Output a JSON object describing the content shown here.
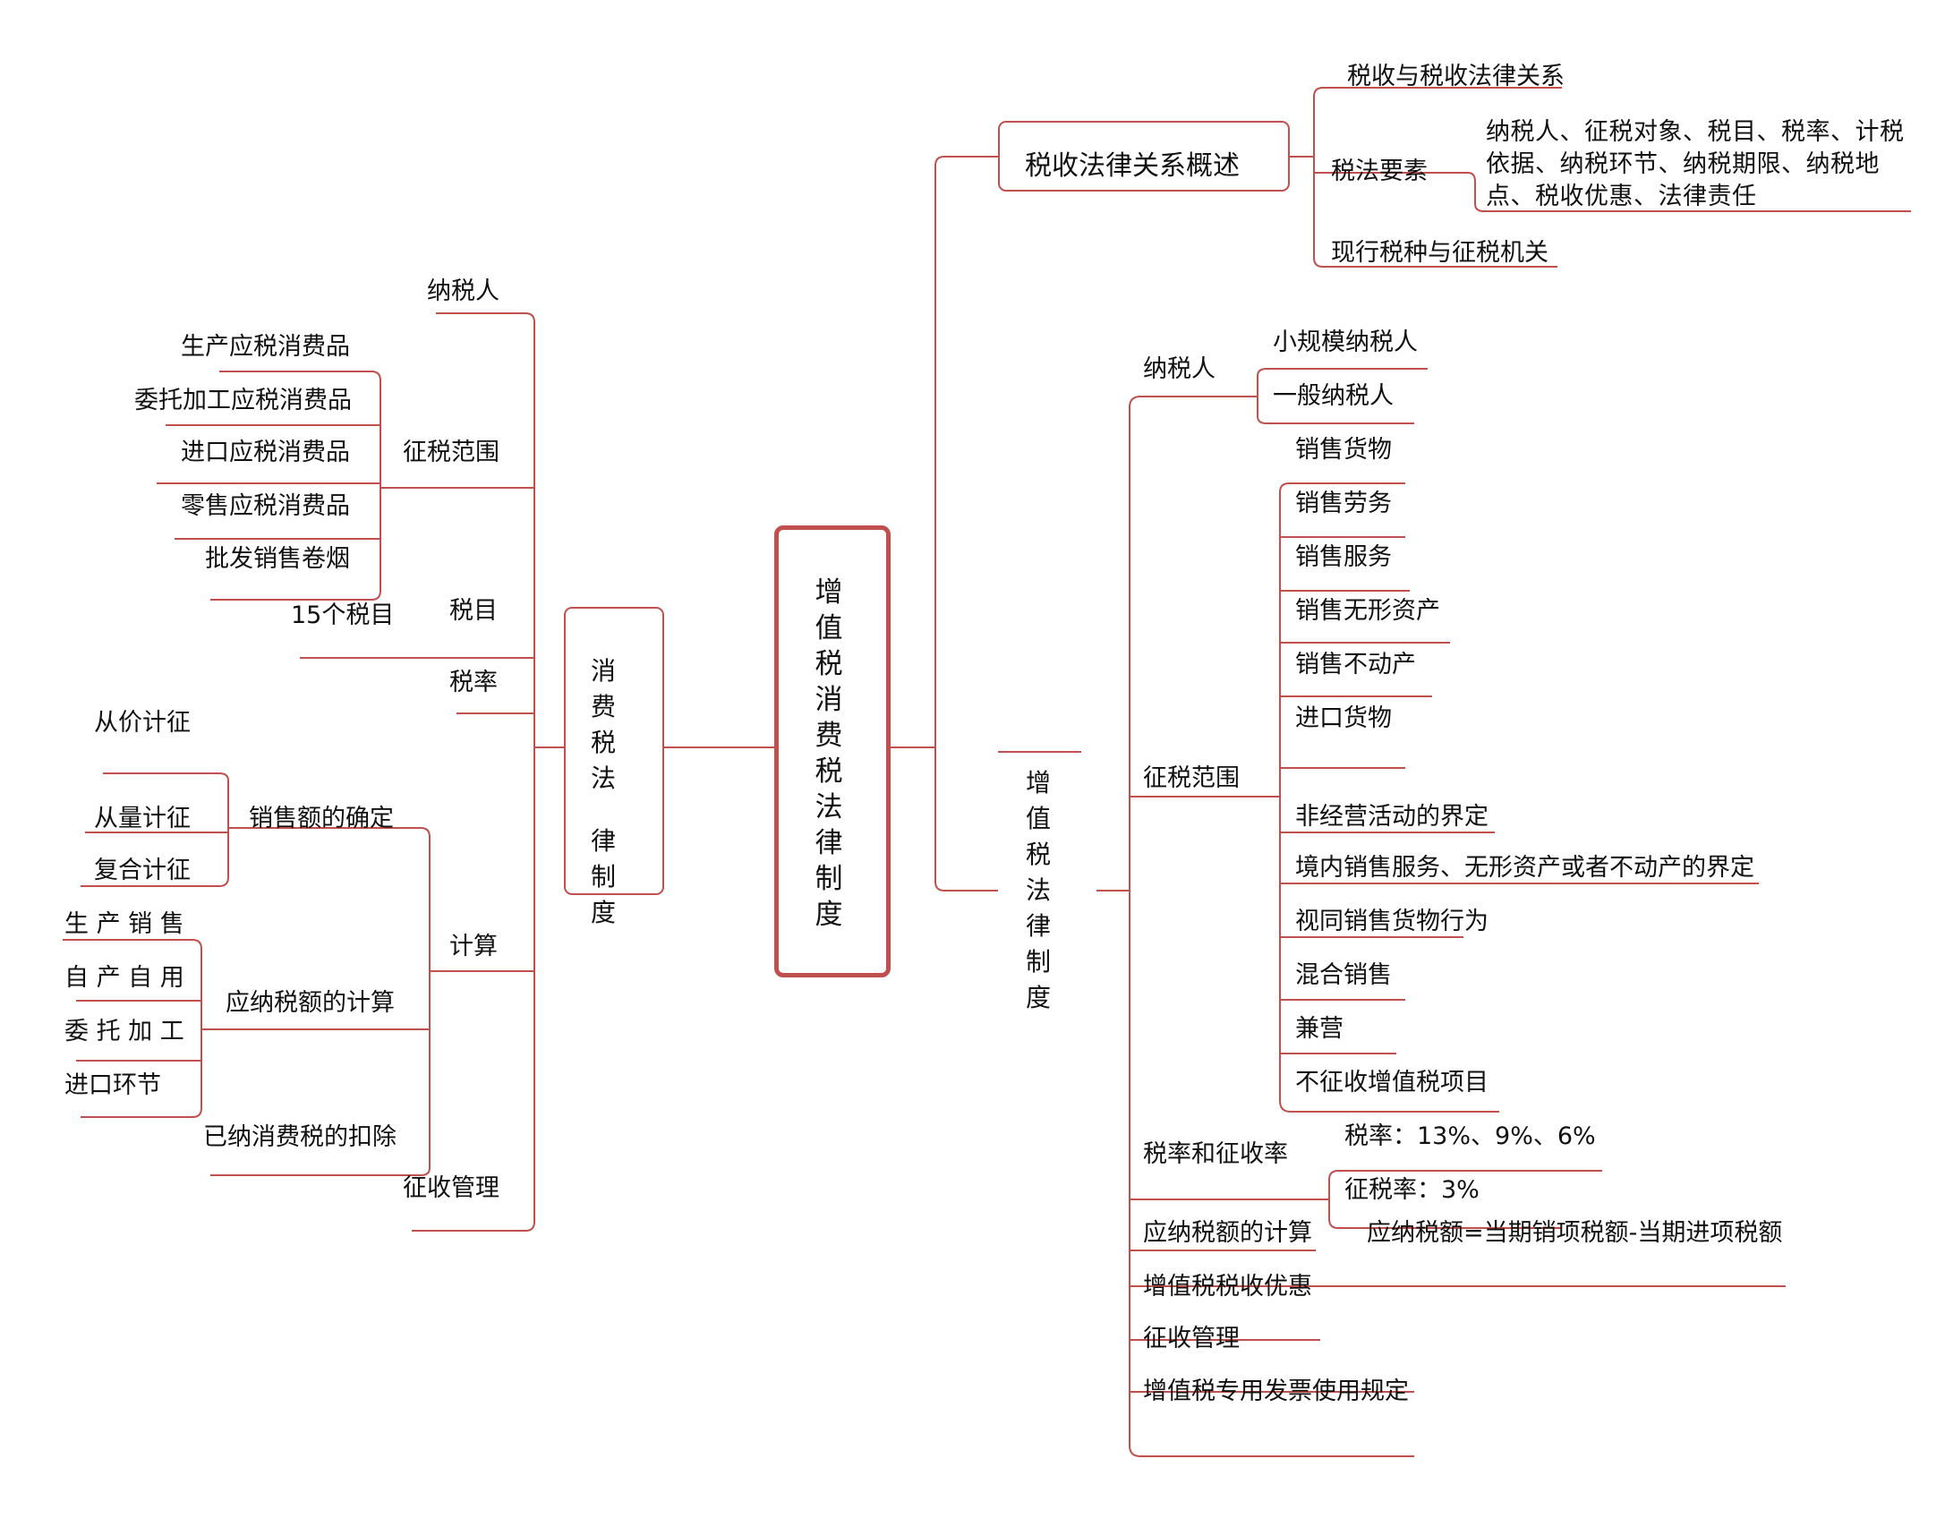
{
  "root": {
    "title": "增值税消费税法律制度"
  },
  "tax_law": {
    "title": "税收法律关系概述",
    "items": [
      "税收与税收法律关系",
      "税法要素",
      "现行税种与征税机关"
    ],
    "elements_detail": "纳税人、征税对象、税目、税率、计税依据、纳税环节、纳税期限、纳税地点、税收优惠、法律责任"
  },
  "vat": {
    "title": "增值税法律制度",
    "taxpayer": {
      "label": "纳税人",
      "items": [
        "小规模纳税人",
        "一般纳税人"
      ]
    },
    "scope": {
      "label": "征税范围",
      "items": [
        "销售货物",
        "销售劳务",
        "销售服务",
        "销售无形资产",
        "销售不动产",
        "进口货物",
        "非经营活动的界定",
        "境内销售服务、无形资产或者不动产的界定",
        "视同销售货物行为",
        "混合销售",
        "兼营",
        "不征收增值税项目"
      ]
    },
    "rates": {
      "label": "税率和征收率",
      "items": [
        "税率：13%、9%、6%",
        "征税率：3%"
      ]
    },
    "payable": {
      "label": "应纳税额的计算",
      "formula": "应纳税额=当期销项税额-当期进项税额"
    },
    "others": [
      "增值税税收优惠",
      "征收管理",
      "增值税专用发票使用规定"
    ]
  },
  "consumption": {
    "title": "消费税法律制度",
    "taxpayer": "纳税人",
    "scope": {
      "label": "征税范围",
      "items": [
        "生产应税消费品",
        "委托加工应税消费品",
        "进口应税消费品",
        "零售应税消费品",
        "批发销售卷烟"
      ]
    },
    "items_label": "税目",
    "items_count": "15个税目",
    "rate": "税率",
    "calc": {
      "label": "计算",
      "sales": {
        "label": "销售额的确定",
        "items": [
          "从价计征",
          "从量计征",
          "复合计征"
        ]
      },
      "payable": {
        "label": "应纳税额的计算",
        "items": [
          "生 产 销 售",
          "自 产 自 用",
          "委 托 加 工",
          "进口环节"
        ]
      },
      "deduction": "已纳消费税的扣除"
    },
    "admin": "征收管理"
  },
  "colors": {
    "line": "#c0504d"
  }
}
